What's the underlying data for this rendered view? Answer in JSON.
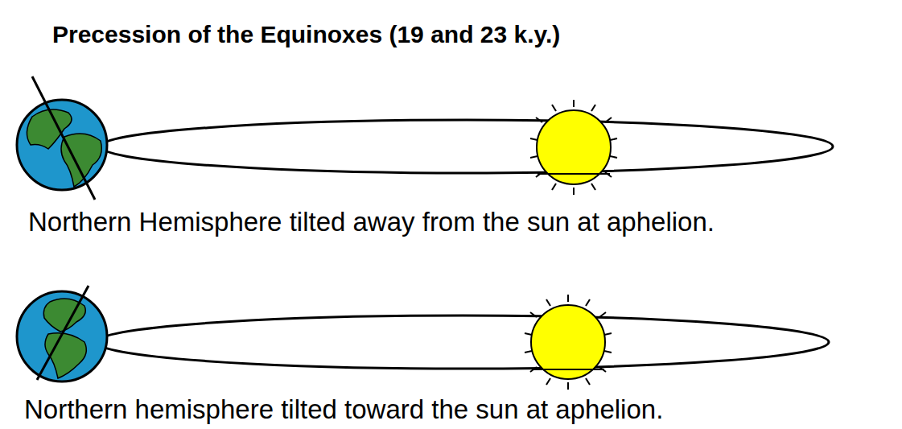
{
  "diagram": {
    "title": "Precession of the Equinoxes (19 and 23 k.y.)",
    "labels": [
      "Northern Hemisphere tilted away from the sun at aphelion.",
      "Northern hemisphere tilted toward the sun at aphelion."
    ]
  }
}
